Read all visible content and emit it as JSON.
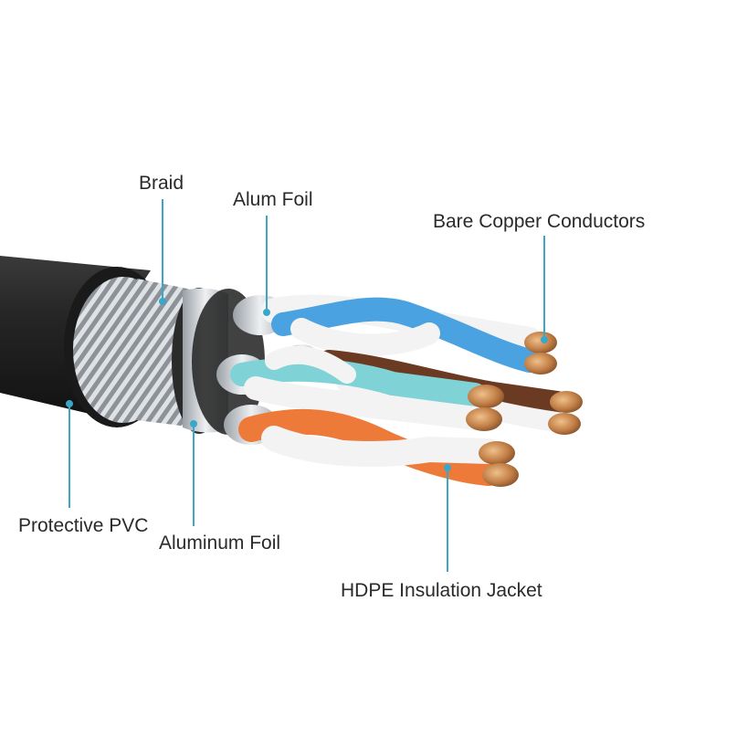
{
  "labels": {
    "braid": "Braid",
    "alum_foil": "Alum Foil",
    "bare_copper": "Bare Copper Conductors",
    "protective_pvc": "Protective PVC",
    "aluminum_foil": "Aluminum Foil",
    "hdpe": "HDPE Insulation Jacket"
  },
  "colors": {
    "leader_line": "#3aa7c9",
    "jacket": "#1e1e1e",
    "braid": "#c9ccd0",
    "foil": "#d6d9dc",
    "copper": "#b9783f",
    "pair_blue": "#4aa3e0",
    "pair_cyan": "#7fd3d6",
    "pair_brown": "#6b3a22",
    "pair_orange": "#ee7a3a",
    "pair_white": "#f4f4f4"
  }
}
